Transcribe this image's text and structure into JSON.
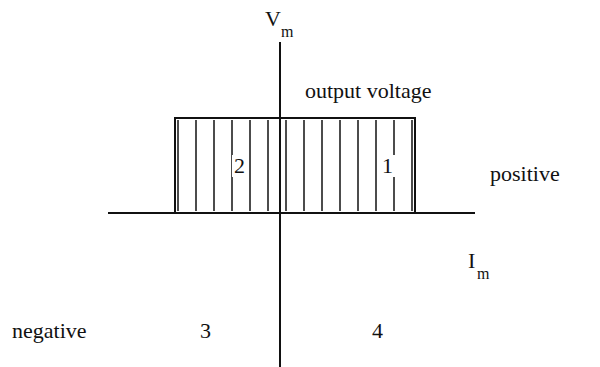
{
  "diagram": {
    "labels": [
      "V",
      "m",
      "output voltage",
      "2",
      "1",
      "positive",
      "I",
      "m",
      "negative",
      "3",
      "4"
    ]
  }
}
